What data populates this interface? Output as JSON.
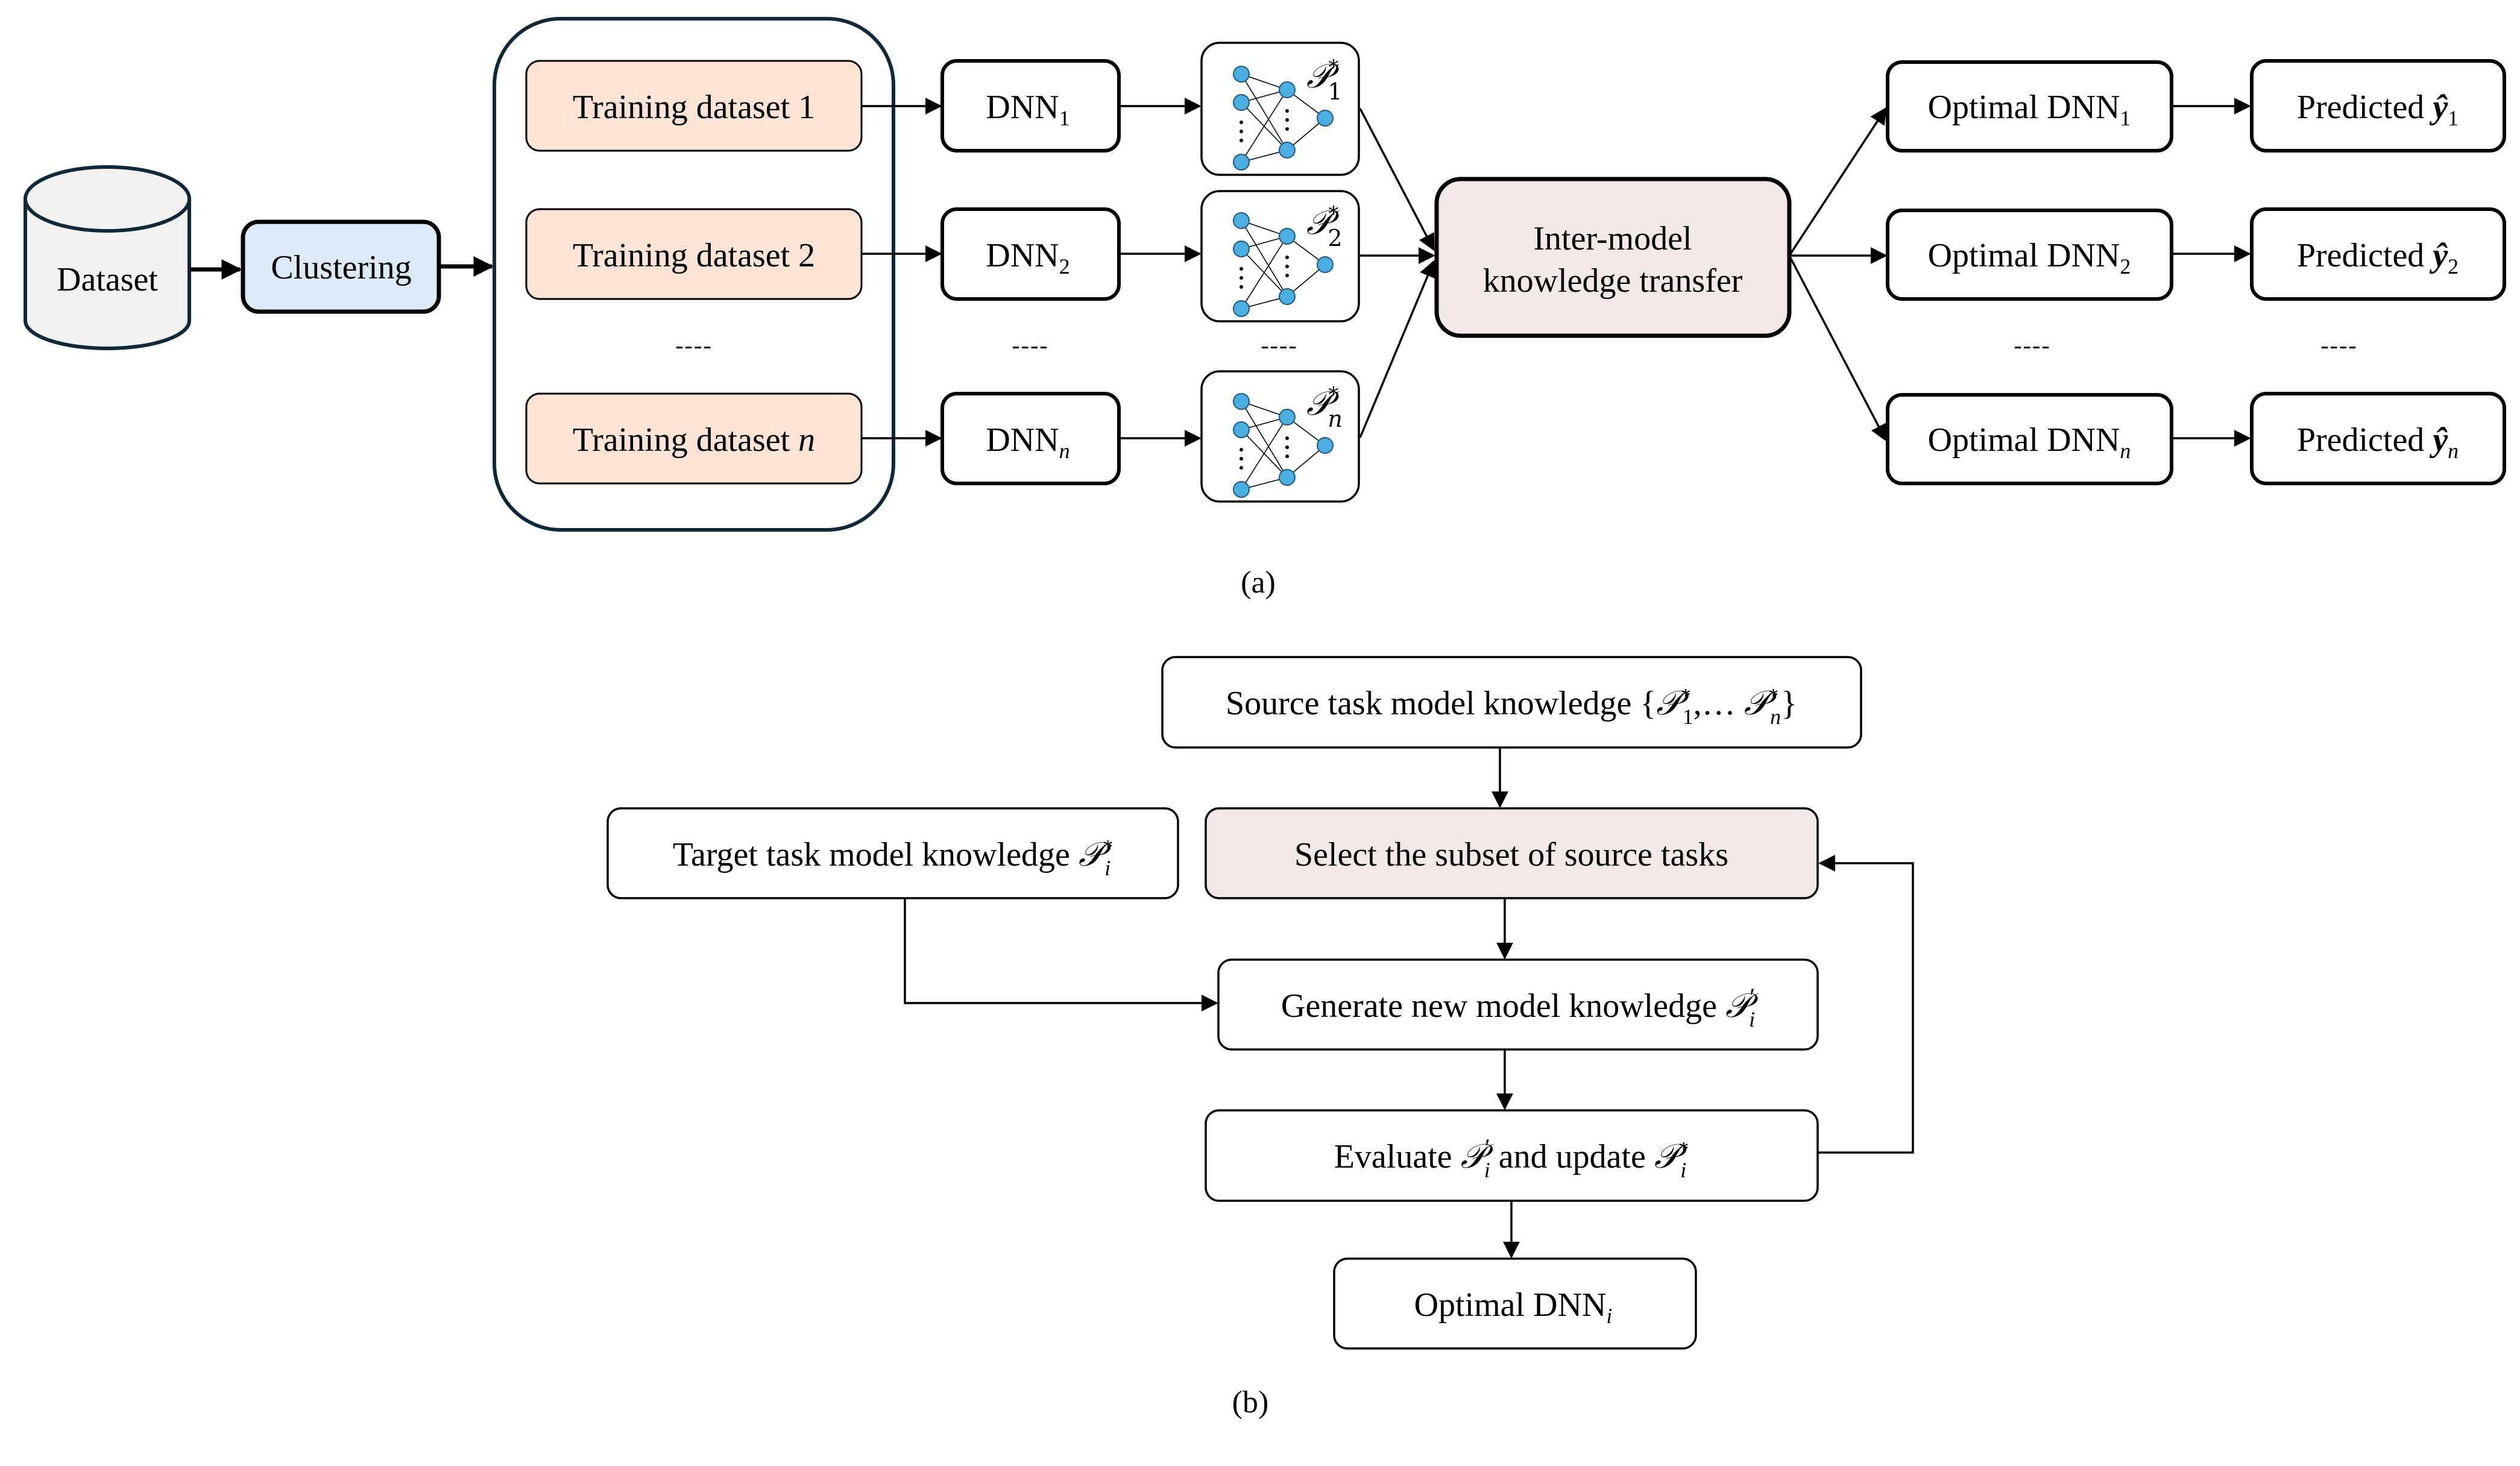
{
  "figure_a": {
    "dataset_label": "Dataset",
    "clustering_label": "Clustering",
    "training_datasets": [
      {
        "text": "Training dataset ",
        "index": "1",
        "index_italic": false
      },
      {
        "text": "Training dataset ",
        "index": "2",
        "index_italic": false
      },
      {
        "text": "Training dataset ",
        "index": "n",
        "index_italic": true
      }
    ],
    "dnns": [
      {
        "text": "DNN",
        "sub": "1"
      },
      {
        "text": "DNN",
        "sub": "2"
      },
      {
        "text": "DNN",
        "sub": "n"
      }
    ],
    "knowledge": [
      {
        "symbol": "𝒫",
        "sup": "*",
        "sub": "1"
      },
      {
        "symbol": "𝒫",
        "sup": "*",
        "sub": "2"
      },
      {
        "symbol": "𝒫",
        "sup": "*",
        "sub": "n"
      }
    ],
    "transfer_label_line1": "Inter-model",
    "transfer_label_line2": "knowledge transfer",
    "optimal_dnns": [
      {
        "text": "Optimal DNN",
        "sub": "1"
      },
      {
        "text": "Optimal DNN",
        "sub": "2"
      },
      {
        "text": "Optimal DNN",
        "sub": "n"
      }
    ],
    "predictions": [
      {
        "text": "Predicted ",
        "symbol": "ŷ",
        "sub": "1"
      },
      {
        "text": "Predicted ",
        "symbol": "ŷ",
        "sub": "2"
      },
      {
        "text": "Predicted ",
        "symbol": "ŷ",
        "sub": "n"
      }
    ],
    "ellipsis": "----",
    "caption": "(a)",
    "colors": {
      "dataset_fill": "#f2f2f2",
      "clustering_fill": "#dce9f6",
      "training_fill": "#fbe3d6",
      "transfer_fill": "#f2e8e8",
      "node_fill": "#4aaee0",
      "container_stroke": "#10293a"
    }
  },
  "figure_b": {
    "source_box": {
      "text": "Source task model knowledge {",
      "p1": "𝒫",
      "sup1": "*",
      "sub1": "1",
      "sep": ",… ",
      "pn": "𝒫",
      "supn": "*",
      "subn": "n",
      "close": "}"
    },
    "target_box": {
      "text": "Target task model knowledge ",
      "p": "𝒫",
      "sup": "*",
      "sub": "i"
    },
    "select_box": {
      "text": "Select the subset of source tasks"
    },
    "generate_box": {
      "text": "Generate new model knowledge ",
      "p": "𝒫",
      "sup": "′",
      "sub": "i"
    },
    "evaluate_box": {
      "text1": "Evaluate ",
      "p1": "𝒫",
      "sup1": "′",
      "sub1": "i",
      "text2": " and update ",
      "p2": "𝒫",
      "sup2": "*",
      "sub2": "i"
    },
    "optimal_box": {
      "text": "Optimal DNN",
      "sub": "i"
    },
    "caption": "(b)",
    "colors": {
      "select_fill": "#f2e8e8"
    }
  }
}
